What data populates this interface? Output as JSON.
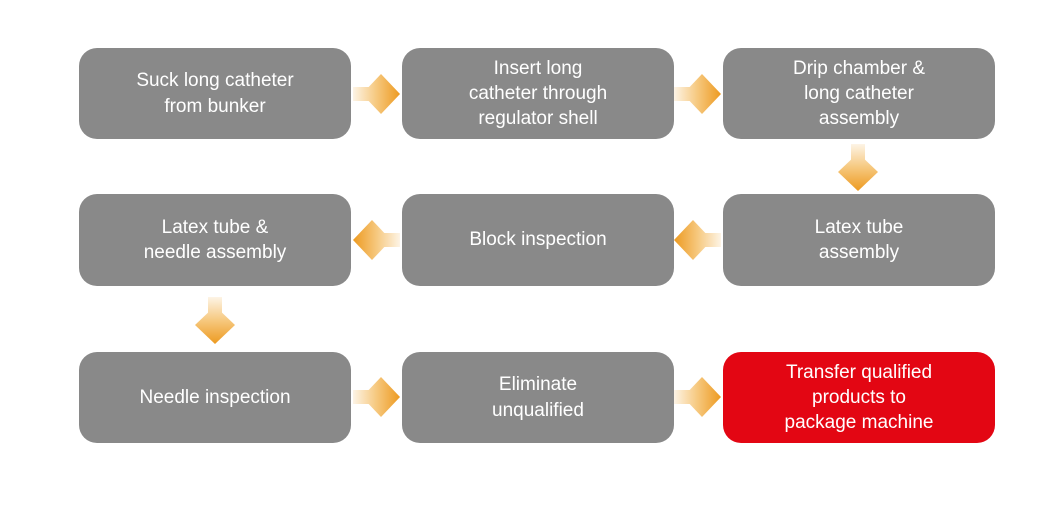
{
  "flowchart": {
    "steps": [
      {
        "id": "suck-catheter",
        "label": "Suck long catheter\nfrom bunker",
        "variant": "gray"
      },
      {
        "id": "insert-catheter",
        "label": "Insert long\ncatheter through\nregulator shell",
        "variant": "gray"
      },
      {
        "id": "drip-chamber",
        "label": "Drip chamber &\nlong catheter\nassembly",
        "variant": "gray"
      },
      {
        "id": "latex-tube-assembly",
        "label": "Latex tube\nassembly",
        "variant": "gray"
      },
      {
        "id": "block-inspection",
        "label": "Block inspection",
        "variant": "gray"
      },
      {
        "id": "latex-needle-assembly",
        "label": "Latex tube &\nneedle assembly",
        "variant": "gray"
      },
      {
        "id": "needle-inspection",
        "label": "Needle inspection",
        "variant": "gray"
      },
      {
        "id": "eliminate-unqualified",
        "label": "Eliminate\nunqualified",
        "variant": "gray"
      },
      {
        "id": "transfer-qualified",
        "label": "Transfer qualified\nproducts to\npackage machine",
        "variant": "red"
      }
    ],
    "arrows": [
      {
        "from": "suck-catheter",
        "to": "insert-catheter",
        "direction": "right"
      },
      {
        "from": "insert-catheter",
        "to": "drip-chamber",
        "direction": "right"
      },
      {
        "from": "drip-chamber",
        "to": "latex-tube-assembly",
        "direction": "down"
      },
      {
        "from": "latex-tube-assembly",
        "to": "block-inspection",
        "direction": "left"
      },
      {
        "from": "block-inspection",
        "to": "latex-needle-assembly",
        "direction": "left"
      },
      {
        "from": "latex-needle-assembly",
        "to": "needle-inspection",
        "direction": "down"
      },
      {
        "from": "needle-inspection",
        "to": "eliminate-unqualified",
        "direction": "right"
      },
      {
        "from": "eliminate-unqualified",
        "to": "transfer-qualified",
        "direction": "right"
      }
    ],
    "colors": {
      "box_gray": "#898989",
      "box_red": "#e30613",
      "text": "#ffffff",
      "arrow_gradient_start": "#fdf4e6",
      "arrow_gradient_mid": "#f6c87e",
      "arrow_gradient_end": "#ed9a20",
      "background": "#ffffff"
    }
  }
}
